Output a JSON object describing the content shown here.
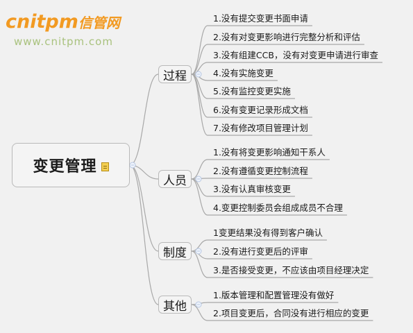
{
  "watermark": {
    "brand": "cnitpm",
    "brand_cn": "信管网",
    "url": "www.cnitpm.com"
  },
  "root": {
    "label": "变更管理"
  },
  "branches": [
    {
      "label": "过程",
      "items": [
        "1.没有提交变更书面申请",
        "2.没有对变更影响进行完整分析和评估",
        "3.没有组建CCB，没有对变更申请进行审查",
        "4.没有实施变更",
        "5.没有监控变更实施",
        "6.没有变更记录形成文档",
        "7.没有修改项目管理计划"
      ]
    },
    {
      "label": "人员",
      "items": [
        "1.没有将变更影响通知干系人",
        "2.没有遵循变更控制流程",
        "3.没有认真审核变更",
        "4.变更控制委员会组成成员不合理"
      ]
    },
    {
      "label": "制度",
      "items": [
        "1变更结果没有得到客户确认",
        "2.没有进行变更后的评审",
        "3.是否接受变更，不应该由项目经理决定"
      ]
    },
    {
      "label": "其他",
      "items": [
        "1.版本管理和配置管理没有做好",
        "2.项目变更后，合同没有进行相应的变更"
      ]
    }
  ],
  "colors": {
    "line": "#a8a8a8",
    "node_border": "#b9b9b9",
    "collapse_dot": "#b7c7e3",
    "brand": "#f29a22",
    "url": "#a9c27e"
  }
}
